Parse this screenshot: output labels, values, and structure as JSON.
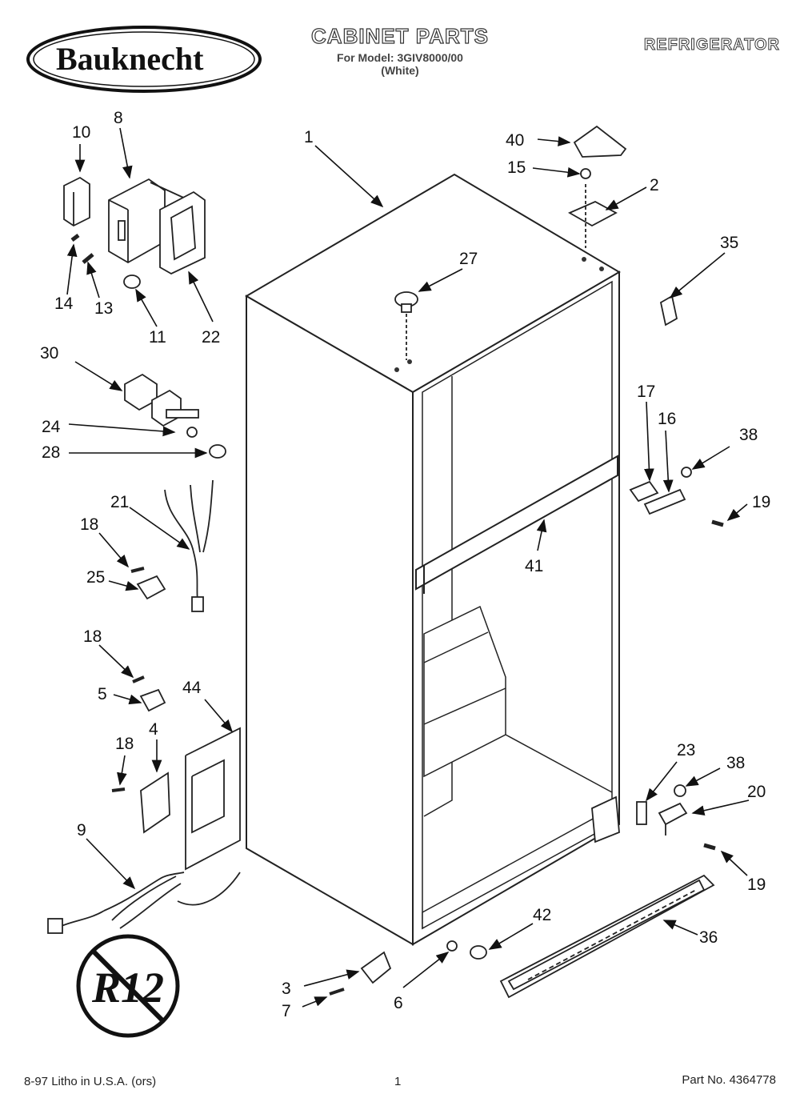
{
  "header": {
    "brand": "Bauknecht",
    "title": "CABINET PARTS",
    "model_line": "For Model: 3GIV8000/00",
    "color_line": "(White)",
    "category": "REFRIGERATOR"
  },
  "badge": {
    "text": "R12"
  },
  "footer": {
    "left": "8-97 Litho in U.S.A. (ors)",
    "page": "1",
    "part_number": "Part No. 4364778"
  },
  "callouts": [
    {
      "id": "c1",
      "label": "1"
    },
    {
      "id": "c10",
      "label": "10"
    },
    {
      "id": "c8",
      "label": "8"
    },
    {
      "id": "c14",
      "label": "14"
    },
    {
      "id": "c13",
      "label": "13"
    },
    {
      "id": "c11",
      "label": "11"
    },
    {
      "id": "c22",
      "label": "22"
    },
    {
      "id": "c40",
      "label": "40"
    },
    {
      "id": "c15",
      "label": "15"
    },
    {
      "id": "c2",
      "label": "2"
    },
    {
      "id": "c27",
      "label": "27"
    },
    {
      "id": "c35",
      "label": "35"
    },
    {
      "id": "c30",
      "label": "30"
    },
    {
      "id": "c24",
      "label": "24"
    },
    {
      "id": "c28",
      "label": "28"
    },
    {
      "id": "c17",
      "label": "17"
    },
    {
      "id": "c16",
      "label": "16"
    },
    {
      "id": "c38a",
      "label": "38"
    },
    {
      "id": "c19a",
      "label": "19"
    },
    {
      "id": "c21",
      "label": "21"
    },
    {
      "id": "c18a",
      "label": "18"
    },
    {
      "id": "c25",
      "label": "25"
    },
    {
      "id": "c41",
      "label": "41"
    },
    {
      "id": "c18b",
      "label": "18"
    },
    {
      "id": "c5",
      "label": "5"
    },
    {
      "id": "c44",
      "label": "44"
    },
    {
      "id": "c4",
      "label": "4"
    },
    {
      "id": "c18c",
      "label": "18"
    },
    {
      "id": "c23",
      "label": "23"
    },
    {
      "id": "c38b",
      "label": "38"
    },
    {
      "id": "c20",
      "label": "20"
    },
    {
      "id": "c9",
      "label": "9"
    },
    {
      "id": "c19b",
      "label": "19"
    },
    {
      "id": "c42",
      "label": "42"
    },
    {
      "id": "c36",
      "label": "36"
    },
    {
      "id": "c3",
      "label": "3"
    },
    {
      "id": "c7",
      "label": "7"
    },
    {
      "id": "c6",
      "label": "6"
    }
  ]
}
